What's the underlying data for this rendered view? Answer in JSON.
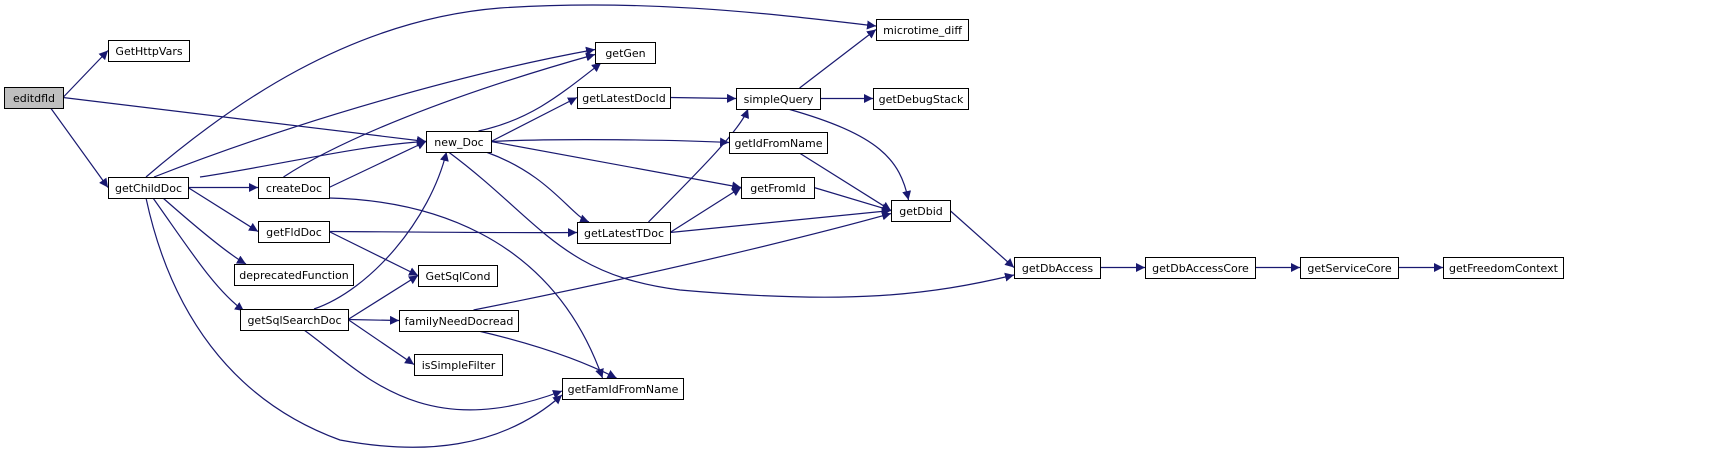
{
  "graph": {
    "type": "call-graph",
    "edge_color": "#191970",
    "root_fill": "#bfbfbf",
    "nodes": [
      {
        "id": "editdfld",
        "label": "editdfld",
        "root": true
      },
      {
        "id": "GetHttpVars",
        "label": "GetHttpVars"
      },
      {
        "id": "getChildDoc",
        "label": "getChildDoc"
      },
      {
        "id": "new_Doc",
        "label": "new_Doc"
      },
      {
        "id": "microtime_diff",
        "label": "microtime_diff"
      },
      {
        "id": "getGen",
        "label": "getGen"
      },
      {
        "id": "createDoc",
        "label": "createDoc"
      },
      {
        "id": "getFldDoc",
        "label": "getFldDoc"
      },
      {
        "id": "deprecatedFunction",
        "label": "deprecatedFunction"
      },
      {
        "id": "getSqlSearchDoc",
        "label": "getSqlSearchDoc"
      },
      {
        "id": "getFamIdFromName",
        "label": "getFamIdFromName"
      },
      {
        "id": "getLatestDocId",
        "label": "getLatestDocId"
      },
      {
        "id": "simpleQuery",
        "label": "simpleQuery"
      },
      {
        "id": "getDebugStack",
        "label": "getDebugStack"
      },
      {
        "id": "getIdFromName",
        "label": "getIdFromName"
      },
      {
        "id": "getFromId",
        "label": "getFromId"
      },
      {
        "id": "getDbid",
        "label": "getDbid"
      },
      {
        "id": "getLatestTDoc",
        "label": "getLatestTDoc"
      },
      {
        "id": "GetSqlCond",
        "label": "GetSqlCond"
      },
      {
        "id": "familyNeedDocread",
        "label": "familyNeedDocread"
      },
      {
        "id": "isSimpleFilter",
        "label": "isSimpleFilter"
      },
      {
        "id": "getDbAccess",
        "label": "getDbAccess"
      },
      {
        "id": "getDbAccessCore",
        "label": "getDbAccessCore"
      },
      {
        "id": "getServiceCore",
        "label": "getServiceCore"
      },
      {
        "id": "getFreedomContext",
        "label": "getFreedomContext"
      }
    ],
    "edges": [
      [
        "editdfld",
        "GetHttpVars"
      ],
      [
        "editdfld",
        "getChildDoc"
      ],
      [
        "editdfld",
        "new_Doc"
      ],
      [
        "getChildDoc",
        "microtime_diff"
      ],
      [
        "getChildDoc",
        "getGen"
      ],
      [
        "getChildDoc",
        "new_Doc"
      ],
      [
        "getChildDoc",
        "createDoc"
      ],
      [
        "getChildDoc",
        "getFldDoc"
      ],
      [
        "getChildDoc",
        "deprecatedFunction"
      ],
      [
        "getChildDoc",
        "getSqlSearchDoc"
      ],
      [
        "getChildDoc",
        "getFamIdFromName"
      ],
      [
        "createDoc",
        "getGen"
      ],
      [
        "createDoc",
        "new_Doc"
      ],
      [
        "createDoc",
        "getFamIdFromName"
      ],
      [
        "new_Doc",
        "getGen"
      ],
      [
        "new_Doc",
        "getLatestDocId"
      ],
      [
        "new_Doc",
        "getIdFromName"
      ],
      [
        "new_Doc",
        "getFromId"
      ],
      [
        "new_Doc",
        "getLatestTDoc"
      ],
      [
        "new_Doc",
        "getDbAccess"
      ],
      [
        "getFldDoc",
        "getLatestTDoc"
      ],
      [
        "getFldDoc",
        "GetSqlCond"
      ],
      [
        "getSqlSearchDoc",
        "new_Doc"
      ],
      [
        "getSqlSearchDoc",
        "GetSqlCond"
      ],
      [
        "getSqlSearchDoc",
        "familyNeedDocread"
      ],
      [
        "getSqlSearchDoc",
        "isSimpleFilter"
      ],
      [
        "getSqlSearchDoc",
        "getFamIdFromName"
      ],
      [
        "familyNeedDocread",
        "getDbid"
      ],
      [
        "familyNeedDocread",
        "getFamIdFromName"
      ],
      [
        "getLatestDocId",
        "simpleQuery"
      ],
      [
        "simpleQuery",
        "microtime_diff"
      ],
      [
        "simpleQuery",
        "getDebugStack"
      ],
      [
        "simpleQuery",
        "getDbid"
      ],
      [
        "getIdFromName",
        "getDbid"
      ],
      [
        "getFromId",
        "getDbid"
      ],
      [
        "getLatestTDoc",
        "simpleQuery"
      ],
      [
        "getLatestTDoc",
        "getFromId"
      ],
      [
        "getLatestTDoc",
        "getDbid"
      ],
      [
        "getDbid",
        "getDbAccess"
      ],
      [
        "getDbAccess",
        "getDbAccessCore"
      ],
      [
        "getDbAccessCore",
        "getServiceCore"
      ],
      [
        "getServiceCore",
        "getFreedomContext"
      ]
    ]
  }
}
